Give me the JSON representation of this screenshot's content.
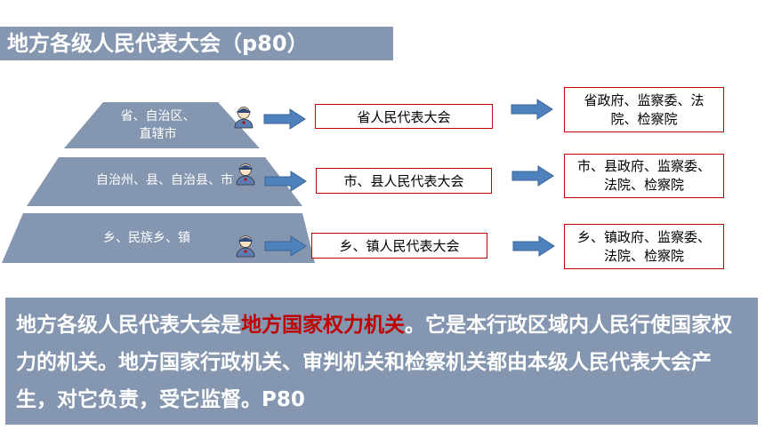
{
  "title": "地方各级人民代表大会（p80）",
  "tiers": [
    {
      "label_line1": "省、自治区、",
      "label_line2": "直辖市",
      "congress": "省人民代表大会",
      "organs_line1": "省政府、监察委、法",
      "organs_line2": "院、检察院"
    },
    {
      "label_line1": "自治州、县、自治县、市",
      "label_line2": "",
      "congress": "市、县人民代表大会",
      "organs_line1": "市、县政府、监察委、",
      "organs_line2": "法院、检察院"
    },
    {
      "label_line1": "乡、民族乡、镇",
      "label_line2": "",
      "congress": "乡、镇人民代表大会",
      "organs_line1": "乡、镇政府、监察委、",
      "organs_line2": "法院、检察院"
    }
  ],
  "summary": {
    "part1": "地方各级人民代表大会是",
    "highlight": "地方国家权力机关",
    "part2": "。它是本行政区域内人民行使国家权力的机关。地方国家行政机关、审判机关和检察机关都由本级人民代表大会产生，对它负责，受它监督。P80"
  },
  "colors": {
    "panel": "#8496b0",
    "arrow": "#4f81bd",
    "border": "#c00000",
    "highlight": "#c00000"
  }
}
